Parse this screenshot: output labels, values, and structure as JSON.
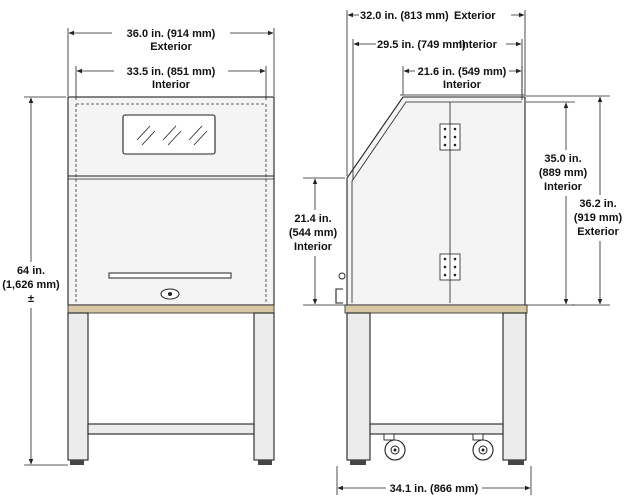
{
  "front_view": {
    "exterior_width_value": "36.0 in. (914 mm)",
    "exterior_width_caption": "Exterior",
    "interior_width_value": "33.5 in. (851 mm)",
    "interior_width_caption": "Interior",
    "height_line1": "64 in.",
    "height_line2": "(1,626 mm)",
    "height_line3": "±"
  },
  "side_view": {
    "exterior_depth_value": "32.0 in. (813 mm)",
    "exterior_depth_caption": "Exterior",
    "interior_depth_value": "29.5 in. (749 mm)",
    "interior_depth_caption": "Interior",
    "top_interior_value": "21.6 in. (549 mm)",
    "top_interior_caption": "Interior",
    "front_height_line1": "21.4 in.",
    "front_height_line2": "(544 mm)",
    "front_height_line3": "Interior",
    "interior_height_line1": "35.0 in.",
    "interior_height_line2": "(889 mm)",
    "interior_height_line3": "Interior",
    "exterior_height_line1": "36.2 in.",
    "exterior_height_line2": "(919 mm)",
    "exterior_height_line3": "Exterior",
    "base_depth_value": "34.1 in. (866 mm)"
  }
}
